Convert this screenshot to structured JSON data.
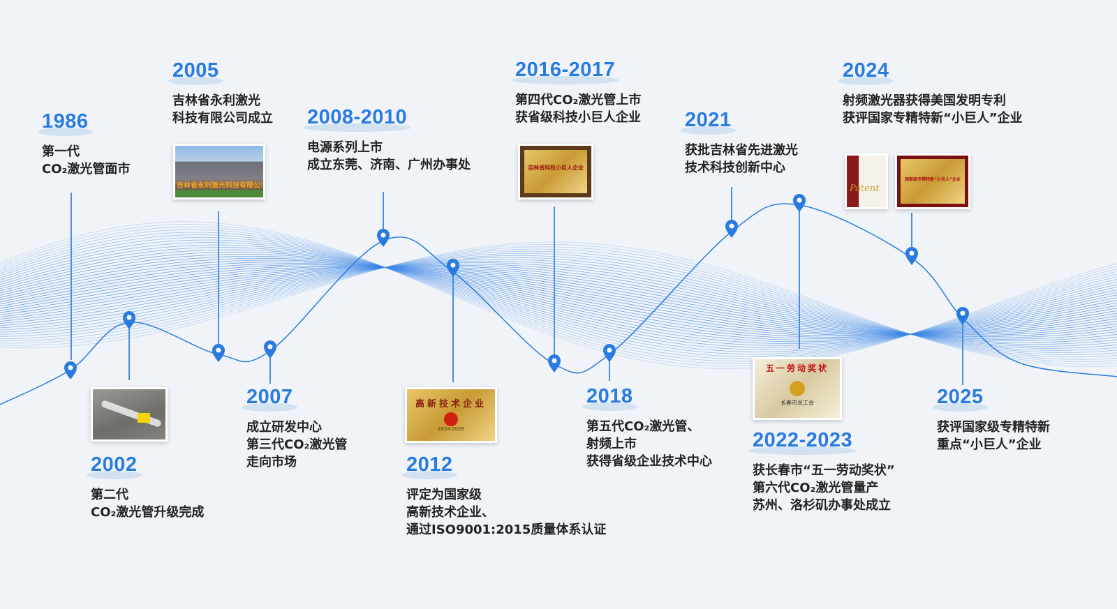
{
  "colors": {
    "accent": "#2a7be0",
    "text": "#222222",
    "background": "#f0f4f8"
  },
  "events": [
    {
      "year": "1986",
      "lines": [
        "第一代",
        "CO₂激光管面市"
      ]
    },
    {
      "year": "2002",
      "lines": [
        "第二代",
        "CO₂激光管升级完成"
      ]
    },
    {
      "year": "2005",
      "lines": [
        "吉林省永利激光",
        "科技有限公司成立"
      ]
    },
    {
      "year": "2007",
      "lines": [
        "成立研发中心",
        "第三代CO₂激光管",
        "走向市场"
      ]
    },
    {
      "year": "2008-2010",
      "lines": [
        "电源系列上市",
        "成立东莞、济南、广州办事处"
      ]
    },
    {
      "year": "2012",
      "lines": [
        "评定为国家级",
        "高新技术企业、",
        "通过ISO9001:2015质量体系认证"
      ]
    },
    {
      "year": "2016-2017",
      "lines": [
        "第四代CO₂激光管上市",
        "获省级科技小巨人企业"
      ]
    },
    {
      "year": "2018",
      "lines": [
        "第五代CO₂激光管、",
        "射频上市",
        "获得省级企业技术中心"
      ]
    },
    {
      "year": "2021",
      "lines": [
        "获批吉林省先进激光",
        "技术科技创新中心"
      ]
    },
    {
      "year": "2022-2023",
      "lines": [
        "获长春市“五一劳动奖状”",
        "第六代CO₂激光管量产",
        "苏州、洛杉矶办事处成立"
      ]
    },
    {
      "year": "2024",
      "lines": [
        "射频激光器获得美国发明专利",
        "获评国家专精特新“小巨人”企业"
      ]
    },
    {
      "year": "2025",
      "lines": [
        "获评国家级专精特新",
        "重点“小巨人”企业"
      ]
    }
  ],
  "images": {
    "building_sign": "吉林省永利激光科技有限公司",
    "plaque_2012": "高新技术企业",
    "plaque_2012_date": "2024-2026",
    "plaque_2016": "吉林省科技小巨人企业",
    "plaque_2022": "五一劳动奖状",
    "plaque_2022_issuer": "长春市总工会",
    "plaque_2024_patent": "Patent",
    "plaque_2024": "国家级专精特新“小巨人”企业"
  }
}
